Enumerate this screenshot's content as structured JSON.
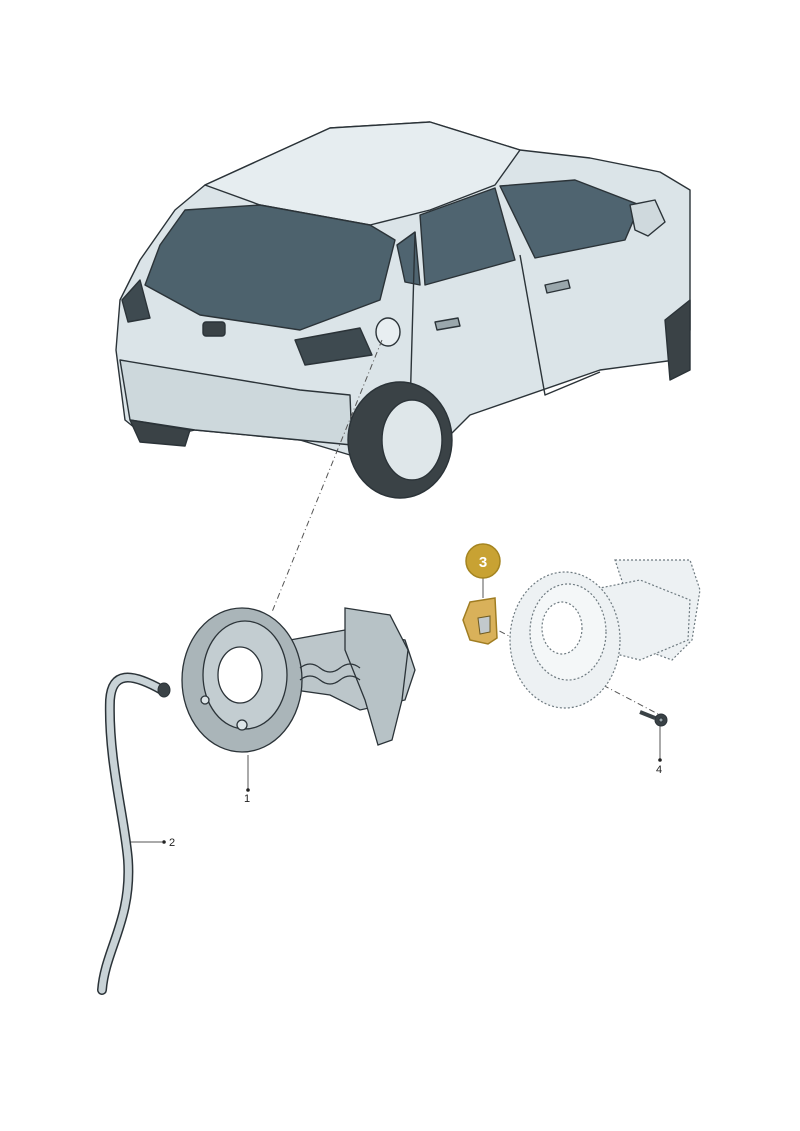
{
  "callouts": {
    "part1": "1",
    "part2": "2",
    "part3": "3",
    "part4": "4"
  },
  "colors": {
    "body_light": "#dce6ea",
    "body_mid": "#bfcdd3",
    "glass": "#4f6470",
    "outline": "#2b3338",
    "tire": "#3a4246",
    "part_fill": "#a9b4b8",
    "highlight_badge": "#c8a233",
    "highlight_part": "#d9b15a"
  },
  "icons": [
    "car-illustration",
    "fuel-flap-part",
    "drain-hose-part",
    "bracket-part",
    "screw-part"
  ]
}
